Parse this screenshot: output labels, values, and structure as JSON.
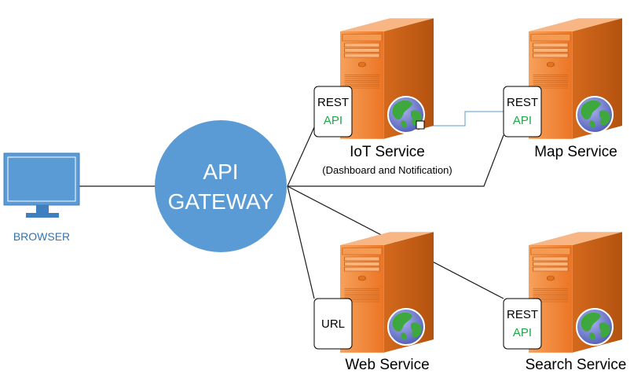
{
  "browser": {
    "label": "BROWSER"
  },
  "gateway": {
    "line1": "API",
    "line2": "GATEWAY"
  },
  "services": {
    "iot": {
      "title": "IoT Service",
      "subtitle": "(Dashboard and Notification)",
      "badge_top": "REST",
      "badge_bottom": "API"
    },
    "map": {
      "title": "Map Service",
      "badge_top": "REST",
      "badge_bottom": "API"
    },
    "web": {
      "title": "Web Service",
      "badge_top": "URL"
    },
    "search": {
      "title": "Search Service",
      "badge_top": "REST",
      "badge_bottom": "API"
    }
  },
  "colors": {
    "gateway": "#5b9bd5",
    "browser": "#5b9bd5",
    "server_front": "#f07f2a",
    "server_side": "#c55a11",
    "server_top": "#f4a46a",
    "api_text": "#1ea84a",
    "globe_ocean": "#6b78c8",
    "globe_land": "#3ea83e"
  }
}
